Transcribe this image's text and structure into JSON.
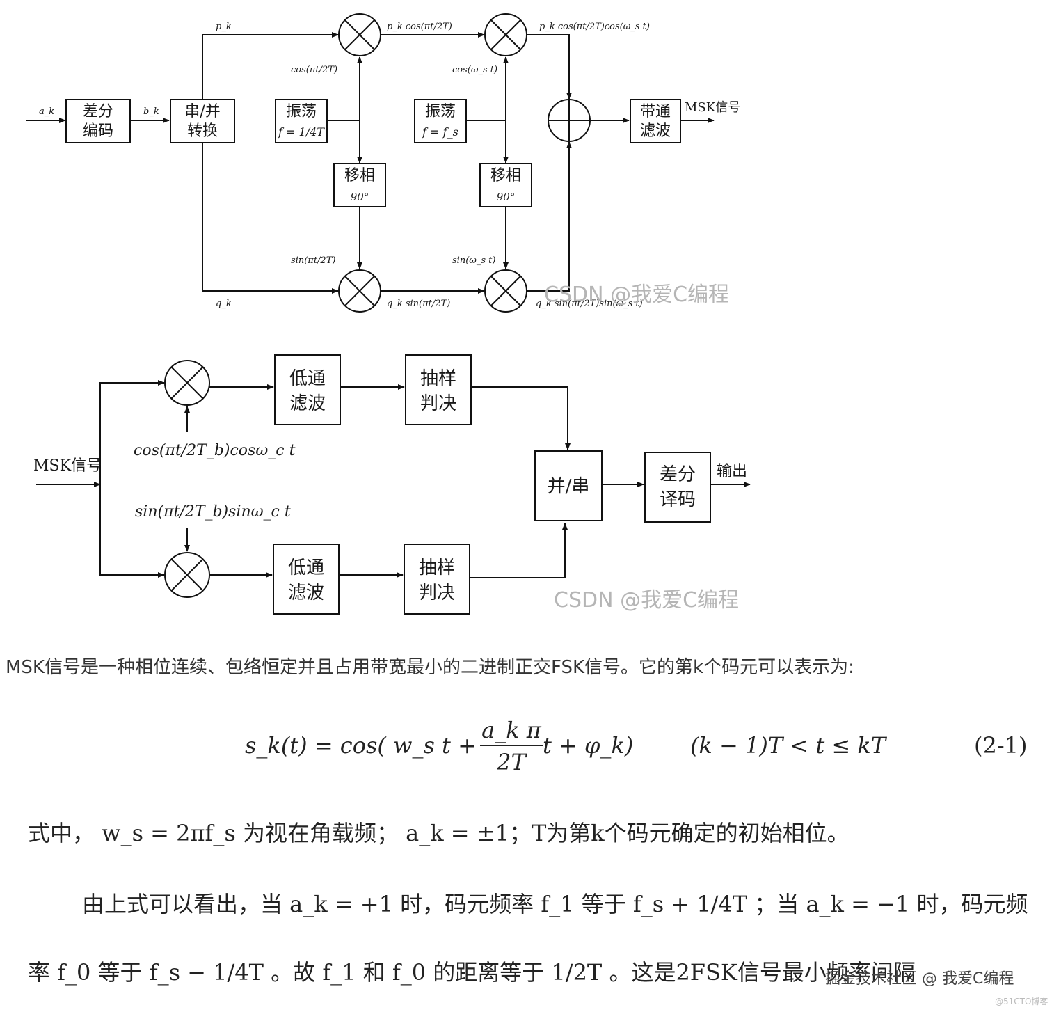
{
  "modulator": {
    "input_a": "a_k",
    "diff_encode": [
      "差分",
      "编码"
    ],
    "b_label": "b_k",
    "sp_convert": [
      "串/并",
      "转换"
    ],
    "p_label": "p_k",
    "q_label": "q_k",
    "osc1": [
      "振荡",
      "f = 1/4T"
    ],
    "osc2": [
      "振荡",
      "f = f_s"
    ],
    "shift1": [
      "移相",
      "90°"
    ],
    "shift2": [
      "移相",
      "90°"
    ],
    "cos_pi": "cos(πt/2T)",
    "cos_w": "cos(ω_s t)",
    "sin_pi": "sin(πt/2T)",
    "sin_w": "sin(ω_s t)",
    "p_cos": "p_k cos(πt/2T)",
    "p_cos_cos": "p_k cos(πt/2T)cos(ω_s t)",
    "q_sin": "q_k sin(πt/2T)",
    "q_sin_sin": "q_k sin(πt/2T)sin(ω_s t)",
    "bandpass": [
      "带通",
      "滤波"
    ],
    "msk_out": "MSK信号",
    "watermark": "CSDN @我爱C编程"
  },
  "demodulator": {
    "msk_in": "MSK信号",
    "cos_ref": "cos(πt/2T_b)cosω_c t",
    "sin_ref": "sin(πt/2T_b)sinω_c t",
    "lpf_top": [
      "低通",
      "滤波"
    ],
    "lpf_bot": [
      "低通",
      "滤波"
    ],
    "sample_top": [
      "抽样",
      "判决"
    ],
    "sample_bot": [
      "抽样",
      "判决"
    ],
    "ps_convert": "并/串",
    "diff_decode": [
      "差分",
      "译码"
    ],
    "output": "输出",
    "watermark": "CSDN @我爱C编程"
  },
  "text": {
    "intro": "MSK信号是一种相位连续、包络恒定并且占用带宽最小的二进制正交FSK信号。它的第k个码元可以表示为:",
    "eq_lhs": "s_k(t) = cos( w_s t +",
    "eq_frac_num": "a_k π",
    "eq_frac_den": "2T",
    "eq_rhs": "t + φ_k)",
    "eq_cond": "(k − 1)T < t ≤ kT",
    "eq_num": "(2-1)",
    "p1": "式中， w_s = 2πf_s 为视在角载频； a_k = ±1；T为第k个码元确定的初始相位。",
    "p2": "由上式可以看出，当 a_k = +1 时，码元频率 f_1 等于 f_s + 1/4T ；当 a_k = −1 时，码元频",
    "p3": "率 f_0 等于 f_s − 1/4T 。故 f_1 和 f_0 的距离等于 1/2T 。这是2FSK信号最小频率间隔",
    "footer_watermark": "掘金技术社区 @ 我爱C编程",
    "corner_watermark": "@51CTO博客"
  }
}
